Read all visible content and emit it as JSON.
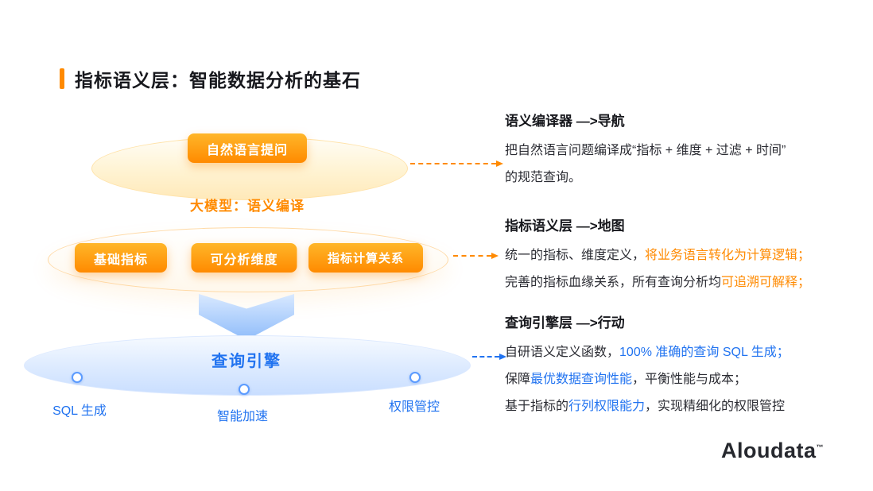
{
  "title": "指标语义层：智能数据分析的基石",
  "colors": {
    "orange": "#FF8A00",
    "blue": "#2173F0"
  },
  "funnel": {
    "nlq_button": "自然语言提问",
    "llm_caption": "大模型：语义编译",
    "metric_buttons": [
      "基础指标",
      "可分析维度",
      "指标计算关系"
    ],
    "engine_title": "查询引擎",
    "engine_nodes": [
      "SQL 生成",
      "智能加速",
      "权限管控"
    ]
  },
  "annotations": {
    "compiler": {
      "heading": "语义编译器 —>导航",
      "line1": "把自然语言问题编译成“指标 + 维度 + 过滤 + 时间”",
      "line2": "的规范查询。"
    },
    "semantic_layer": {
      "heading": "指标语义层 —>地图",
      "l1a": "统一的指标、维度定义，",
      "l1b": "将业务语言转化为计算逻辑；",
      "l2a": "完善的指标血缘关系，所有查询分析均",
      "l2b": "可追溯可解释；"
    },
    "query_engine": {
      "heading": "查询引擎层 —>行动",
      "l1a": "自研语义定义函数，",
      "l1b": "100% 准确的查询 SQL 生成；",
      "l2a": "保障",
      "l2b": "最优数据查询性能",
      "l2c": "，平衡性能与成本；",
      "l3a": "基于指标的",
      "l3b": "行列权限能力",
      "l3c": "，实现精细化的权限管控"
    }
  },
  "logo": {
    "text": "Aloudata",
    "tm": "™"
  }
}
